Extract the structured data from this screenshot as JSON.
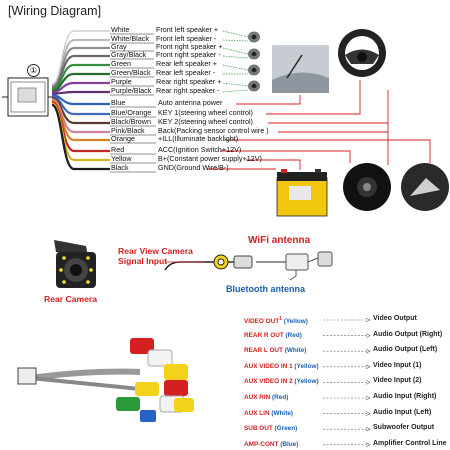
{
  "title": "[Wiring Diagram]",
  "connector_number": "①",
  "wires": [
    {
      "color_label": "White",
      "description": "Front left speaker +",
      "color": "#f2f2f2"
    },
    {
      "color_label": "White/Black",
      "description": "Front left speaker -",
      "color": "#cfcfcf"
    },
    {
      "color_label": "Gray",
      "description": "Front right speaker +",
      "color": "#9a9a9a"
    },
    {
      "color_label": "Gray/Black",
      "description": "Front right speaker -",
      "color": "#6e6e6e"
    },
    {
      "color_label": "Green",
      "description": "Rear left speaker +",
      "color": "#2e9a3a"
    },
    {
      "color_label": "Green/Black",
      "description": "Rear left speaker -",
      "color": "#1f6e2a"
    },
    {
      "color_label": "Purple",
      "description": "Rear right speaker +",
      "color": "#8a3fa6"
    },
    {
      "color_label": "Purple/Black",
      "description": "Rear right speaker -",
      "color": "#5e2a72"
    },
    {
      "color_label": "Blue",
      "description": "Auto antenna power",
      "color": "#2a63c8"
    },
    {
      "color_label": "Blue/Orange",
      "description": "KEY 1(steering wheel control)",
      "color": "#3b6fd0"
    },
    {
      "color_label": "Black/Brown",
      "description": "KEY 2(steering wheel control)",
      "color": "#5a3a2a"
    },
    {
      "color_label": "Pink/Black",
      "description": "Back(Packing sensor control wire )",
      "color": "#e68aa6"
    },
    {
      "color_label": "Orange",
      "description": "+ILL(Illuminate backlight)",
      "color": "#ee8a1f"
    },
    {
      "color_label": "Red",
      "description": "ACC(Ignition Switch+12V)",
      "color": "#d42020"
    },
    {
      "color_label": "Yellow",
      "description": "B+(Constant power supply+12V)",
      "color": "#e8c21e"
    },
    {
      "color_label": "Black",
      "description": "GND(Ground Wire/B-)",
      "color": "#111111"
    }
  ],
  "rear_camera": {
    "signal_label": "Rear View Camera\nSignal Input",
    "camera_label": "Rear Camera"
  },
  "wifi_antenna_label": "WiFi antenna",
  "bluetooth_antenna_label": "Bluetooth antenna",
  "av_ports": [
    {
      "input": "VIDEO OUT",
      "input_sup": "1",
      "hint": "(Yellow)",
      "output": "Video Output"
    },
    {
      "input": "REAR  R OUT",
      "input_sup": "",
      "hint": "(Red)",
      "output": "Audio Output (Right)"
    },
    {
      "input": "REAR  L OUT",
      "input_sup": "",
      "hint": "(White)",
      "output": "Audio Output (Left)"
    },
    {
      "input": "AUX VIDEO IN 1",
      "input_sup": "",
      "hint": "(Yellow)",
      "output": "Video Input (1)"
    },
    {
      "input": "AUX VIDEO IN 2",
      "input_sup": "",
      "hint": "(Yellow)",
      "output": "Video Input (2)"
    },
    {
      "input": "AUX RIN",
      "input_sup": "",
      "hint": "(Red)",
      "output": "Audio Input (Right)"
    },
    {
      "input": "AUX LIN",
      "input_sup": "",
      "hint": "(White)",
      "output": "Audio Input (Left)"
    },
    {
      "input": "SUB OUT",
      "input_sup": "",
      "hint": "(Green)",
      "output": "Subwoofer Output"
    },
    {
      "input": "AMP-CONT",
      "input_sup": "",
      "hint": "(Blue)",
      "output": "Amplifier Control Line"
    }
  ],
  "colors": {
    "accent_red": "#d42020",
    "accent_blue": "#1a5fb0"
  }
}
